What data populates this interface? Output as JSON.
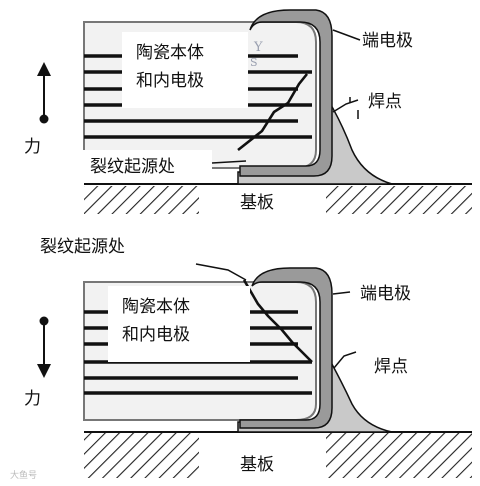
{
  "colors": {
    "body_fill": "#f2f2f2",
    "body_stroke": "#777777",
    "electrode_fill": "#9a9a9a",
    "solder_fill": "#c9c9c9",
    "layer_stroke": "#111111",
    "hatch": "#222222"
  },
  "top_panel": {
    "label_box_line1": "陶瓷本体",
    "label_box_line2": "和内电极",
    "terminal_label": "端电极",
    "solder_label": "焊点",
    "crack_label": "裂纹起源处",
    "force_label": "力",
    "substrate_label": "基板",
    "faint_glyph_1": "Y",
    "faint_glyph_2": "S"
  },
  "bottom_panel": {
    "crack_label": "裂纹起源处",
    "label_box_line1": "陶瓷本体",
    "label_box_line2": "和内电极",
    "terminal_label": "端电极",
    "solder_label": "焊点",
    "force_label": "力",
    "substrate_label": "基板"
  },
  "watermark": "大鱼号"
}
